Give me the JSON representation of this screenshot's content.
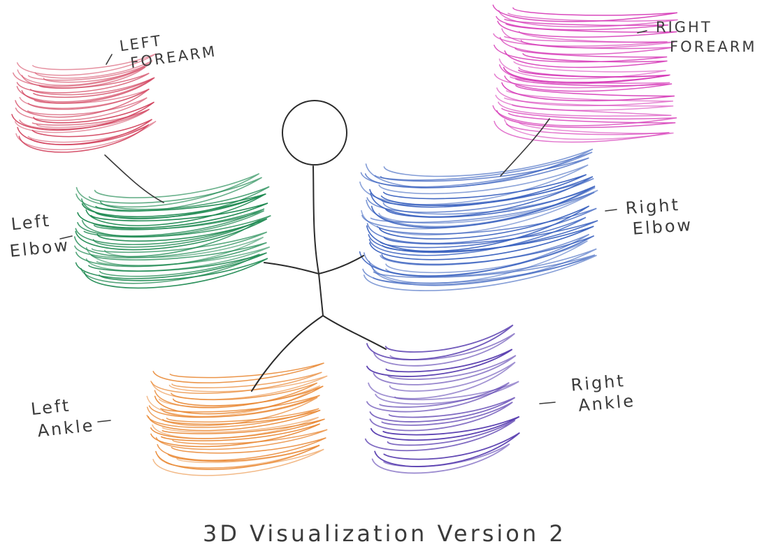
{
  "title": "3D Visualization Version 2",
  "labels": {
    "left_forearm": [
      "LEFT",
      "FOREARM"
    ],
    "right_forearm": [
      "RIGHT",
      "FOREARM"
    ],
    "left_elbow": [
      "Left",
      "Elbow"
    ],
    "right_elbow": [
      "Right",
      "Elbow"
    ],
    "left_ankle": [
      "Left",
      "Ankle"
    ],
    "right_ankle": [
      "Right",
      "Ankle"
    ]
  },
  "colors": {
    "left_forearm": "#d2435e",
    "right_forearm": "#d63bb8",
    "left_elbow": "#1f8a52",
    "right_elbow": "#3a62bf",
    "left_ankle": "#ea8c3a",
    "right_ankle": "#5a3fb0",
    "figure": "#2b2b2b"
  }
}
